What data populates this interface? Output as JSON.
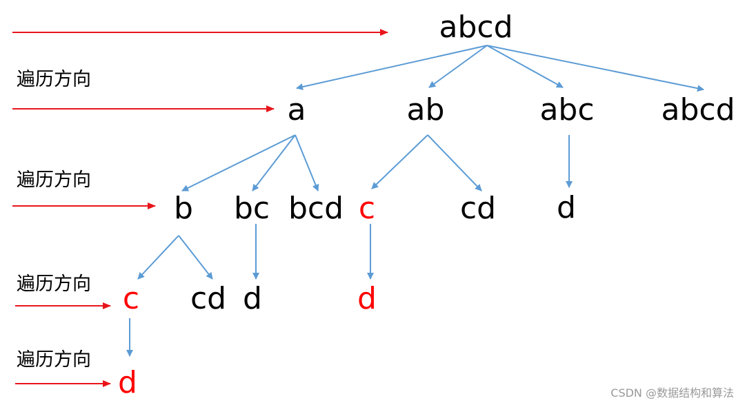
{
  "colors": {
    "edge": "#5B9BD5",
    "arrow": "#E8141B",
    "text": "#000000",
    "highlight": "#FF0000"
  },
  "direction_label": "遍历方向",
  "watermark": "CSDN @数据结构和算法",
  "nodes": {
    "root": "abcd",
    "l1_a": "a",
    "l1_ab": "ab",
    "l1_abc": "abc",
    "l1_abcd": "abcd",
    "l2_b": "b",
    "l2_bc": "bc",
    "l2_bcd": "bcd",
    "l2_c": "c",
    "l2_cd": "cd",
    "l2_d": "d",
    "l3_c": "c",
    "l3_cd": "cd",
    "l3_d_bc": "d",
    "l3_d_c": "d",
    "l4_d": "d"
  },
  "highlighted": [
    "l2_c",
    "l3_c",
    "l3_d_c",
    "l4_d"
  ]
}
